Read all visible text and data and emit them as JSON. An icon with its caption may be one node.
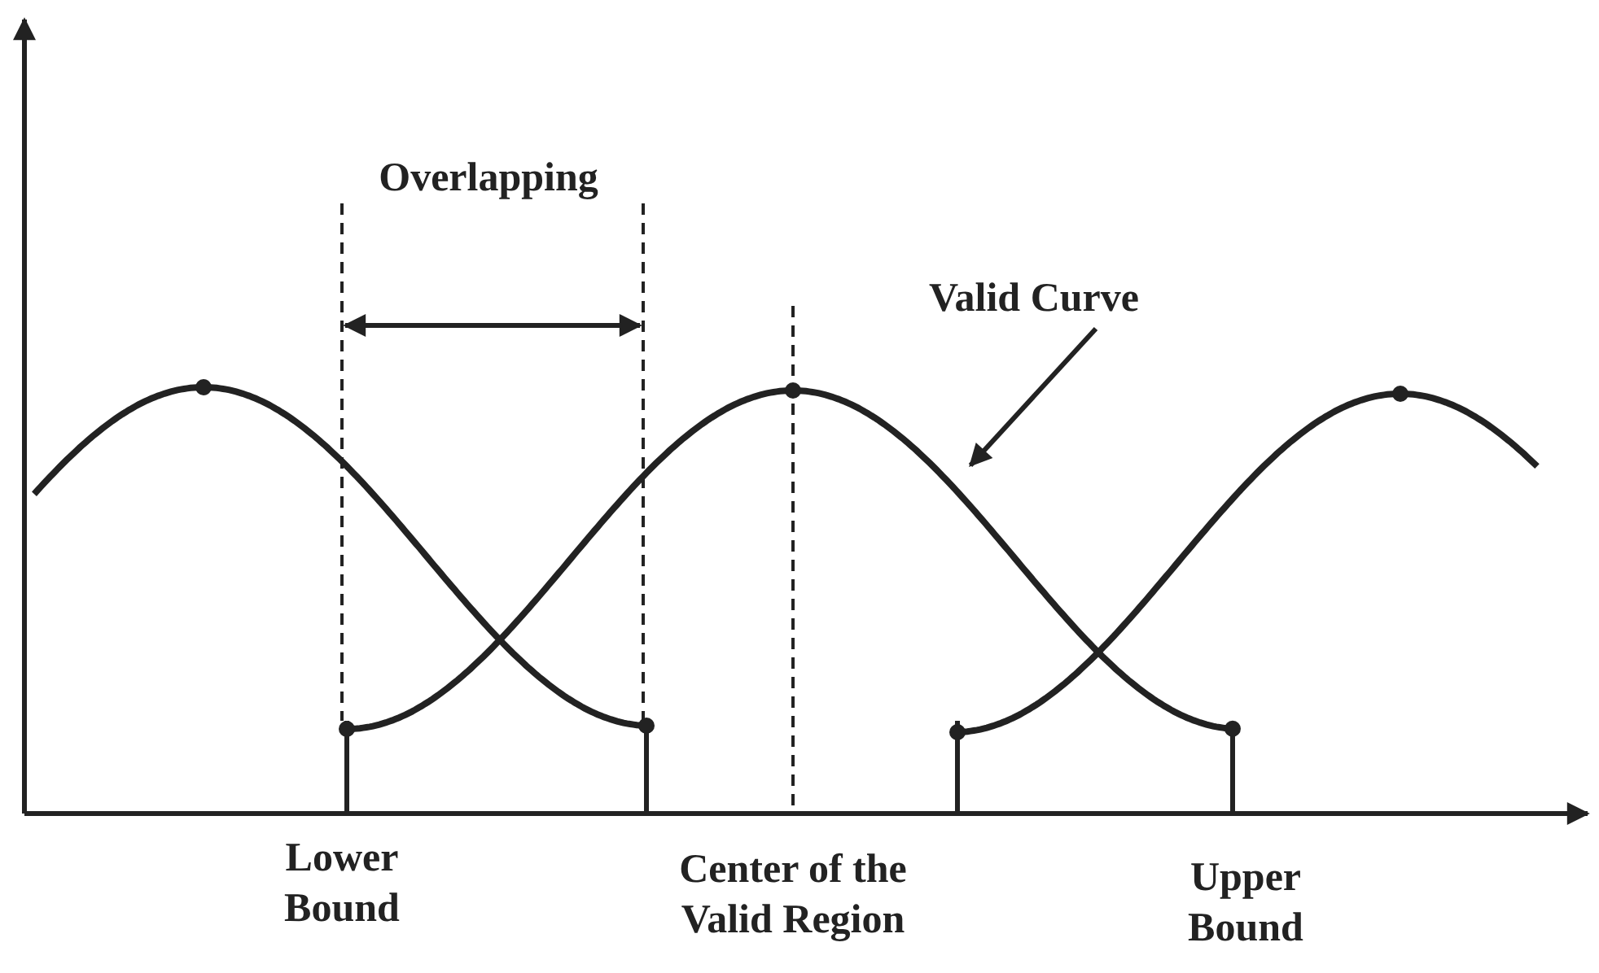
{
  "diagram": {
    "nodes": [
      {
        "text": [
          "Valid Curve"
        ]
      },
      {
        "text": [],
        "shape": "curve"
      },
      {
        "text": [],
        "shape": "curve"
      },
      {
        "text": [],
        "shape": "curve"
      }
    ],
    "edges": [
      {
        "from": 0,
        "to": 2,
        "arrow": "to"
      }
    ],
    "labels": [
      "Overlapping",
      "Lower Bound",
      "Center of the Valid Region",
      "Upper Bound"
    ]
  }
}
